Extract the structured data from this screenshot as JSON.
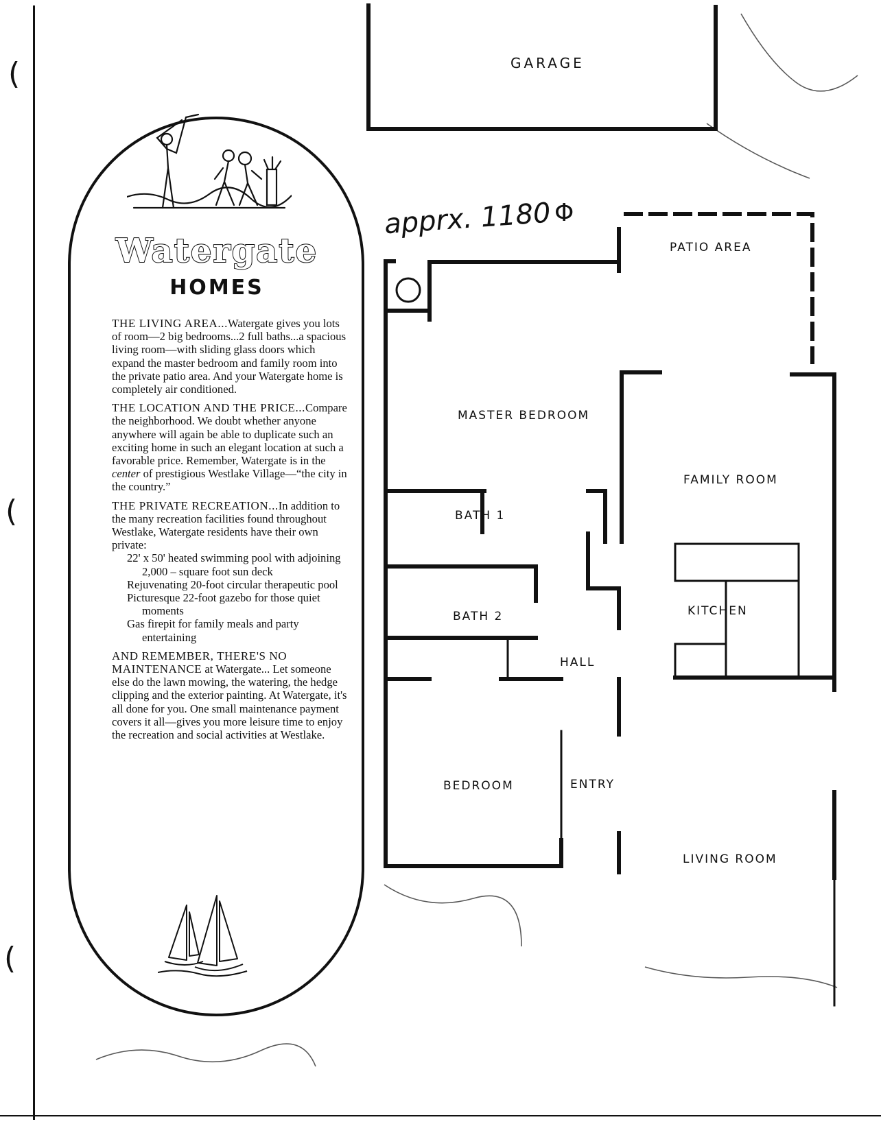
{
  "brochure": {
    "title": "Watergate",
    "subtitle": "HOMES",
    "sections": {
      "living": {
        "heading": "THE LIVING AREA...",
        "body": "Watergate gives you lots of room—2 big bedrooms...2 full baths...a spacious living room—with sliding glass doors which expand the master bedroom and family room into the private patio area. And your Watergate home is completely air conditioned."
      },
      "location": {
        "heading": "THE LOCATION AND THE PRICE...",
        "body_a": "Compare the neighborhood. We doubt whether anyone anywhere will again be able to duplicate such an exciting home in such an elegant location at such a favorable price. Remember, Watergate is in the ",
        "body_em": "center",
        "body_b": " of prestigious Westlake Village—“the city in the country.”"
      },
      "recreation": {
        "heading": "THE PRIVATE RECREATION...",
        "body": "In addition to the many recreation facilities found throughout Westlake, Watergate residents have their own private:",
        "items": [
          "22' x 50' heated swimming pool with adjoining 2,000 – square foot sun deck",
          "Rejuvenating 20-foot circular therapeutic pool",
          "Picturesque 22-foot gazebo for those quiet moments",
          "Gas firepit for family meals and party entertaining"
        ]
      },
      "maintenance": {
        "heading": "AND REMEMBER, THERE'S NO MAINTENANCE",
        "heading_tail": " at Watergate...",
        "body": "Let someone else do the lawn mowing, the watering, the hedge clipping and the exterior painting. At Watergate, it's all done for you. One small maintenance payment covers it all—gives you more leisure time to enjoy the recreation and social activities at Westlake."
      }
    }
  },
  "floorplan": {
    "rooms": {
      "garage": "GARAGE",
      "patio": "PATIO AREA",
      "master_bedroom": "MASTER BEDROOM",
      "family_room": "FAMILY ROOM",
      "bath1": "BATH 1",
      "bath2": "BATH 2",
      "kitchen": "KITCHEN",
      "hall": "HALL",
      "bedroom": "BEDROOM",
      "entry": "ENTRY",
      "living_room": "LIVING ROOM"
    },
    "handwritten_note": "apprx. 1180",
    "handwritten_symbol": "Φ"
  },
  "punch_hole_glyph": "("
}
